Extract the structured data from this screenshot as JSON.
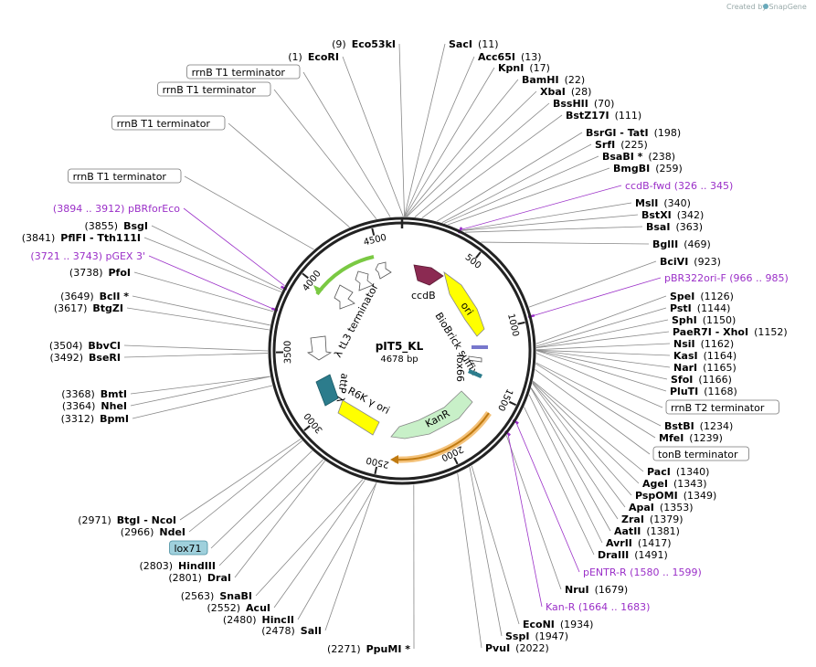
{
  "credit": "Created by SnapGene",
  "plasmid": {
    "name": "pIT5_KL",
    "size": "4678 bp"
  },
  "scale_ticks": [
    "500",
    "1000",
    "1500",
    "2000",
    "2500",
    "3000",
    "3500",
    "4000",
    "4500"
  ],
  "features": [
    {
      "label": "ccdB",
      "color": "#8b2a52"
    },
    {
      "label": "ori",
      "color": "#ffff00"
    },
    {
      "label": "BioBrick suffix",
      "color": "#7777cc"
    },
    {
      "label": "lox66",
      "color": "#2c7c8c"
    },
    {
      "label": "KanR",
      "color": "#c8f0c8"
    },
    {
      "label": "R6K γ ori",
      "color": "#ffff00"
    },
    {
      "label": "attP λ",
      "color": "#2c7c8c"
    },
    {
      "label": "λ tL3 terminator",
      "color": "#ffffff"
    }
  ],
  "labels": [
    {
      "pos": "(9)",
      "name": "Eco53kI"
    },
    {
      "pos": "(1)",
      "name": "EcoRI"
    },
    {
      "box": "rrnB T1 terminator"
    },
    {
      "box": "rrnB T1 terminator"
    },
    {
      "box": "rrnB T1 terminator"
    },
    {
      "box": "rrnB T1 terminator"
    },
    {
      "primer": "(3894 .. 3912)  pBRforEco"
    },
    {
      "pos": "(3855)",
      "name": "BsgI"
    },
    {
      "pos": "(3841)",
      "name": "PflFI  - Tth111I"
    },
    {
      "primer": "(3721 .. 3743)  pGEX 3'"
    },
    {
      "pos": "(3738)",
      "name": "PfoI"
    },
    {
      "pos": "(3649)",
      "name": "BclI *"
    },
    {
      "pos": "(3617)",
      "name": "BtgZI"
    },
    {
      "pos": "(3504)",
      "name": "BbvCI"
    },
    {
      "pos": "(3492)",
      "name": "BseRI"
    },
    {
      "pos": "(3368)",
      "name": "BmtI"
    },
    {
      "pos": "(3364)",
      "name": "NheI"
    },
    {
      "pos": "(3312)",
      "name": "BpmI"
    },
    {
      "pos": "(2971)",
      "name": "BtgI  - NcoI"
    },
    {
      "pos": "(2966)",
      "name": "NdeI"
    },
    {
      "box": "lox71"
    },
    {
      "pos": "(2803)",
      "name": "HindIII"
    },
    {
      "pos": "(2801)",
      "name": "DraI"
    },
    {
      "pos": "(2563)",
      "name": "SnaBI"
    },
    {
      "pos": "(2552)",
      "name": "AcuI"
    },
    {
      "pos": "(2480)",
      "name": "HincII"
    },
    {
      "pos": "(2478)",
      "name": "SalI"
    },
    {
      "pos": "(2271)",
      "name": "PpuMI *"
    },
    {
      "name": "SacI",
      "pos": "(11)"
    },
    {
      "name": "Acc65I",
      "pos": "(13)"
    },
    {
      "name": "KpnI",
      "pos": "(17)"
    },
    {
      "name": "BamHI",
      "pos": "(22)"
    },
    {
      "name": "XbaI",
      "pos": "(28)"
    },
    {
      "name": "BssHII",
      "pos": "(70)"
    },
    {
      "name": "BstZ17I",
      "pos": "(111)"
    },
    {
      "name": "BsrGI  - TatI",
      "pos": "(198)"
    },
    {
      "name": "SrfI",
      "pos": "(225)"
    },
    {
      "name": "BsaBI *",
      "pos": "(238)"
    },
    {
      "name": "BmgBI",
      "pos": "(259)"
    },
    {
      "primer": "ccdB-fwd    (326 .. 345)"
    },
    {
      "name": "MslI",
      "pos": "(340)"
    },
    {
      "name": "BstXI",
      "pos": "(342)"
    },
    {
      "name": "BsaI",
      "pos": "(363)"
    },
    {
      "name": "BglII",
      "pos": "(469)"
    },
    {
      "name": "BciVI",
      "pos": "(923)"
    },
    {
      "primer": "pBR322ori-F    (966 .. 985)"
    },
    {
      "name": "SpeI",
      "pos": "(1126)"
    },
    {
      "name": "PstI",
      "pos": "(1144)"
    },
    {
      "name": "SphI",
      "pos": "(1150)"
    },
    {
      "name": "PaeR7I  - XhoI",
      "pos": "(1152)"
    },
    {
      "name": "NsiI",
      "pos": "(1162)"
    },
    {
      "name": "KasI",
      "pos": "(1164)"
    },
    {
      "name": "NarI",
      "pos": "(1165)"
    },
    {
      "name": "SfoI",
      "pos": "(1166)"
    },
    {
      "name": "PluTI",
      "pos": "(1168)"
    },
    {
      "box": "rrnB T2 terminator"
    },
    {
      "name": "BstBI",
      "pos": "(1234)"
    },
    {
      "name": "MfeI",
      "pos": "(1239)"
    },
    {
      "box": "tonB terminator"
    },
    {
      "name": "PacI",
      "pos": "(1340)"
    },
    {
      "name": "AgeI",
      "pos": "(1343)"
    },
    {
      "name": "PspOMI",
      "pos": "(1349)"
    },
    {
      "name": "ApaI",
      "pos": "(1353)"
    },
    {
      "name": "ZraI",
      "pos": "(1379)"
    },
    {
      "name": "AatII",
      "pos": "(1381)"
    },
    {
      "name": "AvrII",
      "pos": "(1417)"
    },
    {
      "name": "DraIII",
      "pos": "(1491)"
    },
    {
      "primer": "pENTR-R    (1580 .. 1599)"
    },
    {
      "name": "NruI",
      "pos": "(1679)"
    },
    {
      "primer": "Kan-R    (1664 .. 1683)"
    },
    {
      "name": "EcoNI",
      "pos": "(1934)"
    },
    {
      "name": "SspI",
      "pos": "(1947)"
    },
    {
      "name": "PvuI",
      "pos": "(2022)"
    }
  ]
}
